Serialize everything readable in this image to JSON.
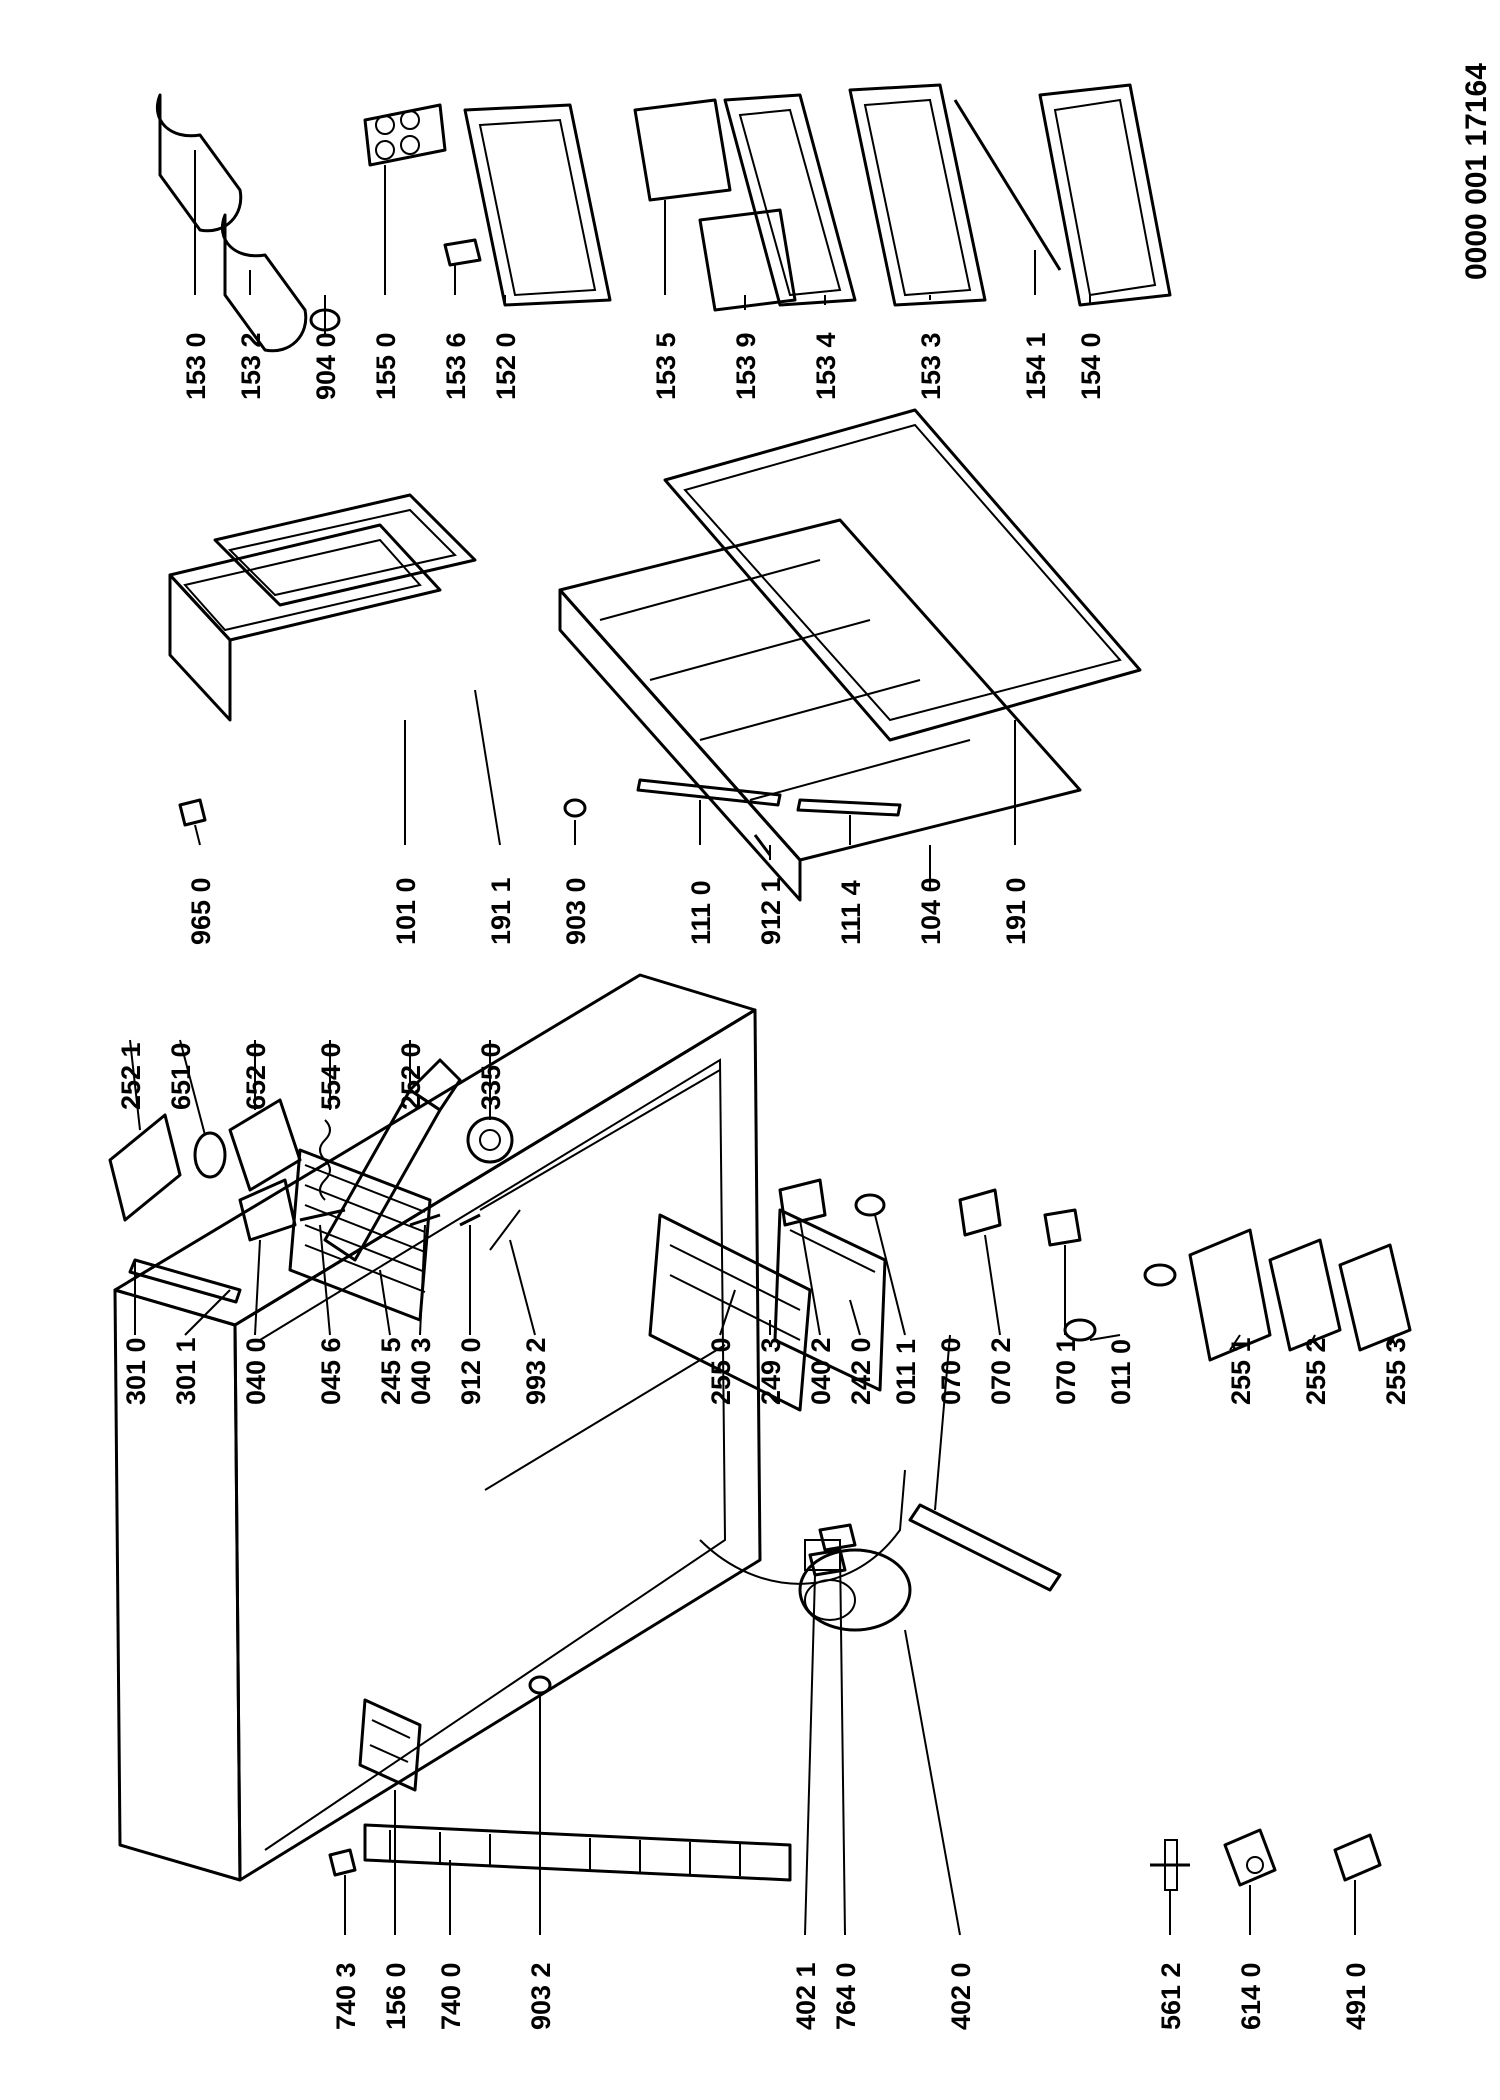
{
  "document": {
    "number": "0000 001 17164"
  },
  "colors": {
    "ink": "#000000",
    "paper": "#ffffff"
  },
  "labels": [
    {
      "id": "p1530",
      "text": "153 0"
    },
    {
      "id": "p1532",
      "text": "153 2"
    },
    {
      "id": "p9040",
      "text": "904 0"
    },
    {
      "id": "p1550",
      "text": "155 0"
    },
    {
      "id": "p1536",
      "text": "153 6"
    },
    {
      "id": "p1520",
      "text": "152 0"
    },
    {
      "id": "p1535",
      "text": "153 5"
    },
    {
      "id": "p1539",
      "text": "153 9"
    },
    {
      "id": "p1534",
      "text": "153 4"
    },
    {
      "id": "p1533",
      "text": "153 3"
    },
    {
      "id": "p1541",
      "text": "154 1"
    },
    {
      "id": "p1540",
      "text": "154 0"
    },
    {
      "id": "p9650",
      "text": "965 0"
    },
    {
      "id": "p1010",
      "text": "101 0"
    },
    {
      "id": "p1911",
      "text": "191 1"
    },
    {
      "id": "p9030",
      "text": "903 0"
    },
    {
      "id": "p1110",
      "text": "111 0"
    },
    {
      "id": "p9121",
      "text": "912 1"
    },
    {
      "id": "p1114",
      "text": "111 4"
    },
    {
      "id": "p1040",
      "text": "104 0"
    },
    {
      "id": "p1910",
      "text": "191 0"
    },
    {
      "id": "p2521",
      "text": "252 1"
    },
    {
      "id": "p6510",
      "text": "651 0"
    },
    {
      "id": "p6520",
      "text": "652 0"
    },
    {
      "id": "p5540",
      "text": "554 0"
    },
    {
      "id": "p2520",
      "text": "252 0"
    },
    {
      "id": "p3350",
      "text": "335 0"
    },
    {
      "id": "p3010",
      "text": "301 0"
    },
    {
      "id": "p3011",
      "text": "301 1"
    },
    {
      "id": "p0400",
      "text": "040 0"
    },
    {
      "id": "p0456",
      "text": "045 6"
    },
    {
      "id": "p2455",
      "text": "245 5"
    },
    {
      "id": "p0403",
      "text": "040 3"
    },
    {
      "id": "p9120",
      "text": "912 0"
    },
    {
      "id": "p9932",
      "text": "993 2"
    },
    {
      "id": "p2550",
      "text": "255 0"
    },
    {
      "id": "p2493",
      "text": "249 3"
    },
    {
      "id": "p0402",
      "text": "040 2"
    },
    {
      "id": "p2420",
      "text": "242 0"
    },
    {
      "id": "p0111",
      "text": "011 1"
    },
    {
      "id": "p0700",
      "text": "070 0"
    },
    {
      "id": "p0702",
      "text": "070 2"
    },
    {
      "id": "p0701",
      "text": "070 1"
    },
    {
      "id": "p0110",
      "text": "011 0"
    },
    {
      "id": "p2551",
      "text": "255 1"
    },
    {
      "id": "p2552",
      "text": "255 2"
    },
    {
      "id": "p2553",
      "text": "255 3"
    },
    {
      "id": "p7403",
      "text": "740 3"
    },
    {
      "id": "p1560",
      "text": "156 0"
    },
    {
      "id": "p7400",
      "text": "740 0"
    },
    {
      "id": "p9032",
      "text": "903 2"
    },
    {
      "id": "p4021",
      "text": "402 1"
    },
    {
      "id": "p7640",
      "text": "764 0"
    },
    {
      "id": "p4020",
      "text": "402 0"
    },
    {
      "id": "p5612",
      "text": "561 2"
    },
    {
      "id": "p6140",
      "text": "614 0"
    },
    {
      "id": "p4910",
      "text": "491 0"
    }
  ]
}
